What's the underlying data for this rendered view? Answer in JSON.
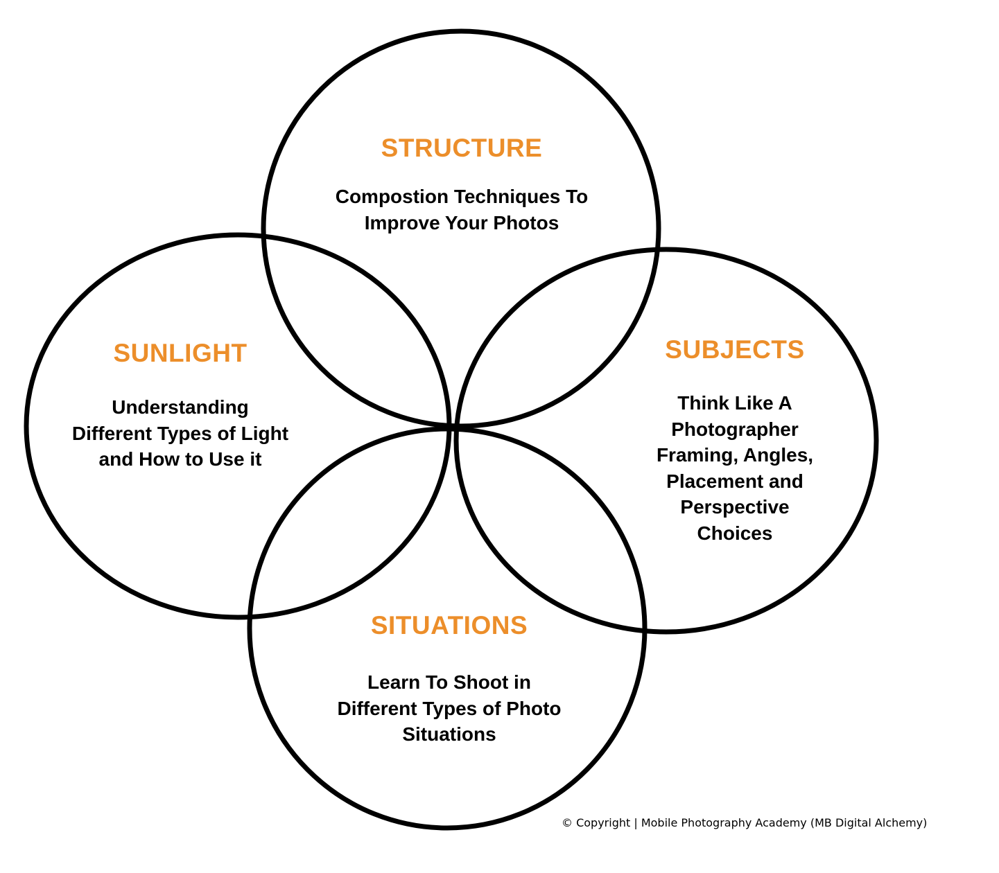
{
  "accent_color": "#ec8e2a",
  "line_color": "#000000",
  "regions": {
    "structure": {
      "title": "STRUCTURE",
      "desc_lines": [
        "Compostion Techniques To",
        "Improve Your Photos"
      ]
    },
    "sunlight": {
      "title": "SUNLIGHT",
      "desc_lines": [
        "Understanding",
        "Different Types of Light",
        "and How to Use it"
      ]
    },
    "subjects": {
      "title": "SUBJECTS",
      "desc_lines": [
        "Think Like A",
        "Photographer",
        "Framing, Angles,",
        "Placement and",
        "Perspective",
        "Choices"
      ]
    },
    "situations": {
      "title": "SITUATIONS",
      "desc_lines": [
        "Learn To Shoot in",
        "Different Types of Photo",
        "Situations"
      ]
    }
  },
  "copyright": "© Copyright | Mobile Photography Academy (MB Digital Alchemy)"
}
